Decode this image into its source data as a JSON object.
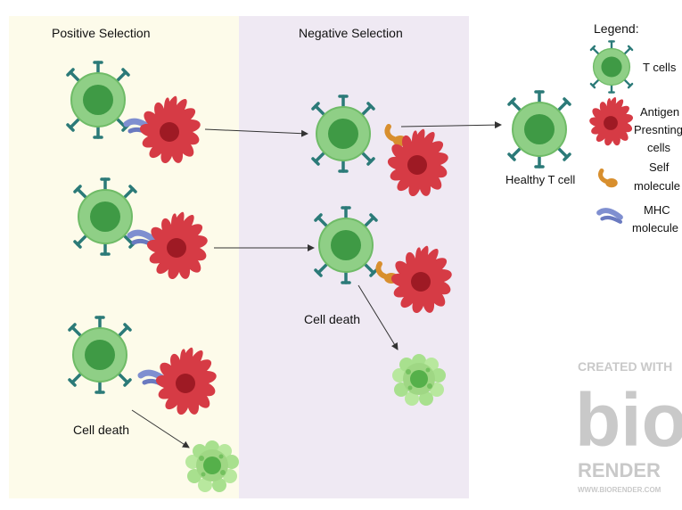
{
  "panels": {
    "positive": {
      "title": "Positive Selection",
      "color": "#fdfbea"
    },
    "negative": {
      "title": "Negative Selection",
      "color": "#efe9f3"
    }
  },
  "labels": {
    "cell_death_positive": "Cell death",
    "cell_death_negative": "Cell death",
    "healthy_t_cell": "Healthy T cell"
  },
  "legend": {
    "title": "Legend:",
    "t_cells": "T cells",
    "apc_line1": "Antigen",
    "apc_line2": "Presnting",
    "apc_line3": "cells",
    "self_line1": "Self",
    "self_line2": "molecule",
    "mhc_line1": "MHC",
    "mhc_line2": "molecule"
  },
  "watermark": {
    "line1": "CREATED WITH",
    "logo": "bio",
    "line2": "RENDER",
    "line3": "WWW.BIORENDER.COM"
  },
  "colors": {
    "t_cell_outer": "#8fcf86",
    "t_cell_inner": "#3f9a45",
    "receptor": "#2b7a78",
    "apc": "#d63b45",
    "apc_nucleus": "#9e1a24",
    "mhc": "#7f8fd0",
    "self_molecule": "#d88f2e",
    "dead_cell": "#a8e08e",
    "arrow": "#333333"
  },
  "icons": [
    "t-cell-icon",
    "apc-icon",
    "mhc-molecule-icon",
    "self-molecule-icon",
    "dead-cell-icon",
    "arrow-icon"
  ]
}
